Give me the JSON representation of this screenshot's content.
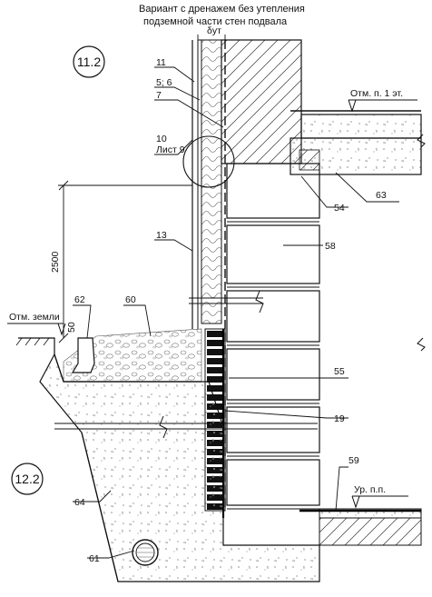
{
  "title": {
    "line1": "Вариант с дренажем без утепления",
    "line2": "подземной части стен подвала"
  },
  "circles": {
    "top": "11.2",
    "bottom": "12.2"
  },
  "dimension_symbol": "δут",
  "levels": {
    "first_floor": "Отм. п. 1 эт.",
    "ground": "Отм. земли",
    "floor": "Ур. п.п."
  },
  "dimensions": {
    "height": "2500",
    "offset": "50"
  },
  "callouts": {
    "c11": "11",
    "c56": "5; 6",
    "c7": "7",
    "c10": "10",
    "c10_sheet": "Лист 9",
    "c13": "13",
    "c62": "62",
    "c60": "60",
    "c54": "54",
    "c63": "63",
    "c58": "58",
    "c55": "55",
    "c19": "19",
    "c59": "59",
    "c64": "64",
    "c61": "61"
  }
}
